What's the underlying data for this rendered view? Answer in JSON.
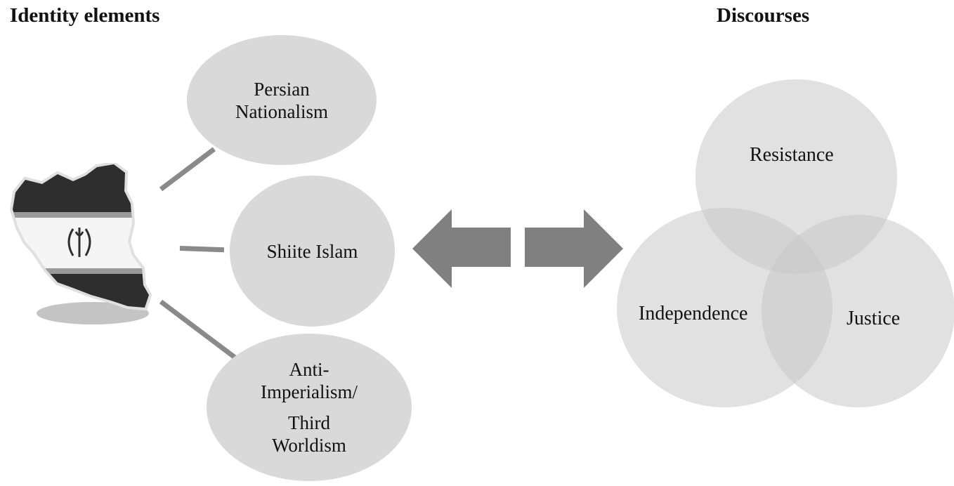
{
  "headings": {
    "identity": "Identity elements",
    "discourses": "Discourses"
  },
  "identity_elements": {
    "persian": [
      "Persian",
      "Nationalism"
    ],
    "shiite": "Shiite Islam",
    "anti_imperialism": [
      "Anti-",
      "Imperialism/",
      "Third",
      "Worldism"
    ]
  },
  "discourses": {
    "resistance": "Resistance",
    "independence": "Independence",
    "justice": "Justice"
  },
  "colors": {
    "ellipse_fill": "#d9d9d9",
    "connector": "#8a8a8a",
    "arrow": "#808080",
    "venn_fill": "#c8c8c8",
    "flag_dark": "#2e2e2e",
    "flag_light": "#f5f5f5"
  },
  "icons": {
    "map": "iran-flag-map-icon",
    "arrow": "double-headed-arrow-icon"
  }
}
